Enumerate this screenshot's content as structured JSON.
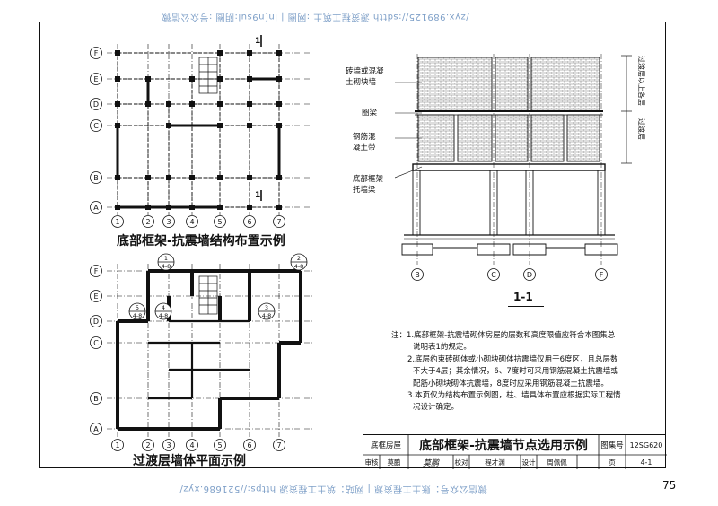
{
  "watermark": {
    "top": "/zyx.989125//:sdtth 源资程工筑土 :网圈 | ln[n9sul:阴圈 :号众公信微",
    "bottom": "微信公众号：账土工程资源 | 网站：筑土工程资源 https://521686.xyz/"
  },
  "page_number": "75",
  "plan1": {
    "title": "底部框架-抗震墙结构布置示例",
    "grid_rows": [
      "F",
      "E",
      "D",
      "C",
      "B",
      "A"
    ],
    "grid_cols": [
      "1",
      "2",
      "3",
      "4",
      "5",
      "6",
      "7"
    ],
    "section_mark": "1"
  },
  "plan2": {
    "title": "过渡层墙体平面示例",
    "grid_rows": [
      "F",
      "E",
      "D",
      "C",
      "B",
      "A"
    ],
    "grid_cols": [
      "1",
      "2",
      "3",
      "4",
      "5",
      "6",
      "7"
    ],
    "details": [
      {
        "num": "1",
        "ref": "4-8"
      },
      {
        "num": "2",
        "ref": "4-8"
      },
      {
        "num": "5",
        "ref": "4-8"
      },
      {
        "num": "4",
        "ref": "4-8"
      },
      {
        "num": "3",
        "ref": "4-8"
      }
    ]
  },
  "section": {
    "title": "1-1",
    "labels": [
      "砖墙或混凝",
      "土砌块墙",
      "圈梁",
      "钢筋混",
      "凝土带",
      "底部框架",
      "托墙梁"
    ],
    "right_labels": [
      "过渡层以上各层",
      "过渡层"
    ],
    "axes": [
      "B",
      "C",
      "D",
      "F"
    ]
  },
  "notes": {
    "prefix": "注：",
    "lines": [
      "1.底部框架-抗震墙砌体房屋的层数和高度限值应符合本图集总",
      "说明表1的规定。",
      "2.底层约束砖砌体或小砌块砌体抗震墙仅用于6度区，且总层数",
      "不大于4层；其余情况，6、7度时可采用钢筋混凝土抗震墙或",
      "配筋小砌块砌体抗震墙，8度时应采用钢筋混凝土抗震墙。",
      "3.本页仅为结构布置示例图，柱、墙具体布置应根据实际工程情",
      "况设计确定。"
    ]
  },
  "title_block": {
    "category": "底框房屋",
    "main_title": "底部框架-抗震墙节点选用示例",
    "atlas_label": "图集号",
    "atlas_no": "12SG620",
    "review_label": "审核",
    "reviewer": "莫鹏",
    "check_label": "校对",
    "checker": "程才渊",
    "design_label": "设计",
    "designer": "周佩佩",
    "page_label": "页",
    "page_no": "4-1"
  }
}
